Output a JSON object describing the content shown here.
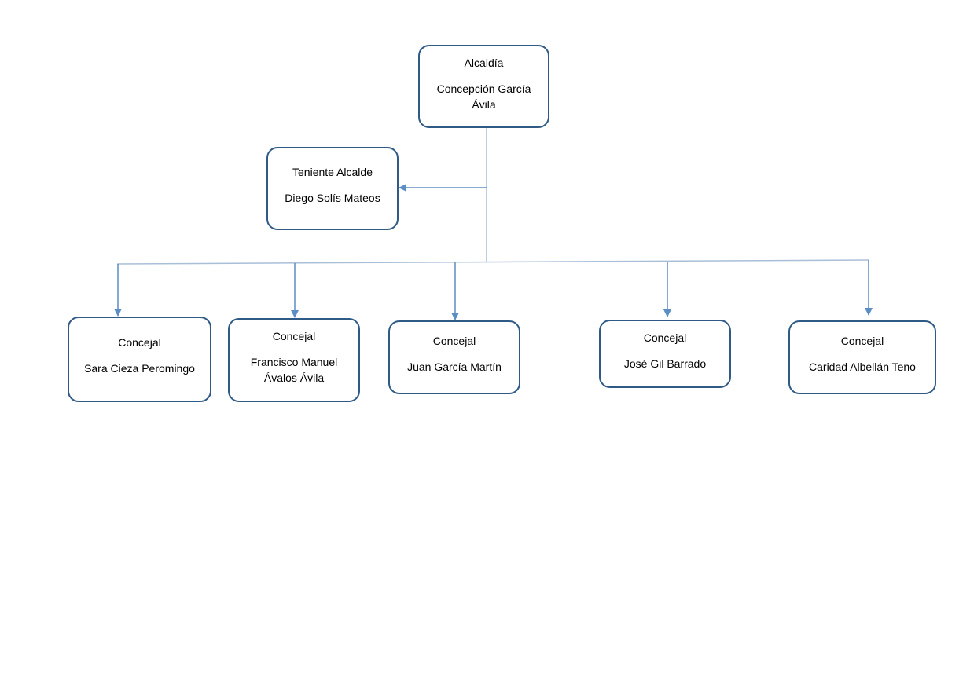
{
  "colors": {
    "box_border": "#2f5a86",
    "connector": "#a9bfd8",
    "arrow": "#5b8ec4"
  },
  "alcaldia": {
    "role": "Alcaldía",
    "name": "Concepción García\nÁvila"
  },
  "teniente": {
    "role": "Teniente Alcalde",
    "name": "Diego Solís Mateos"
  },
  "concejales": [
    {
      "role": "Concejal",
      "name": "Sara Cieza Peromingo"
    },
    {
      "role": "Concejal",
      "name": "Francisco Manuel\nÁvalos Ávila"
    },
    {
      "role": "Concejal",
      "name": "Juan García Martín"
    },
    {
      "role": "Concejal",
      "name": "José Gil Barrado"
    },
    {
      "role": "Concejal",
      "name": "Caridad Albellán Teno"
    }
  ]
}
